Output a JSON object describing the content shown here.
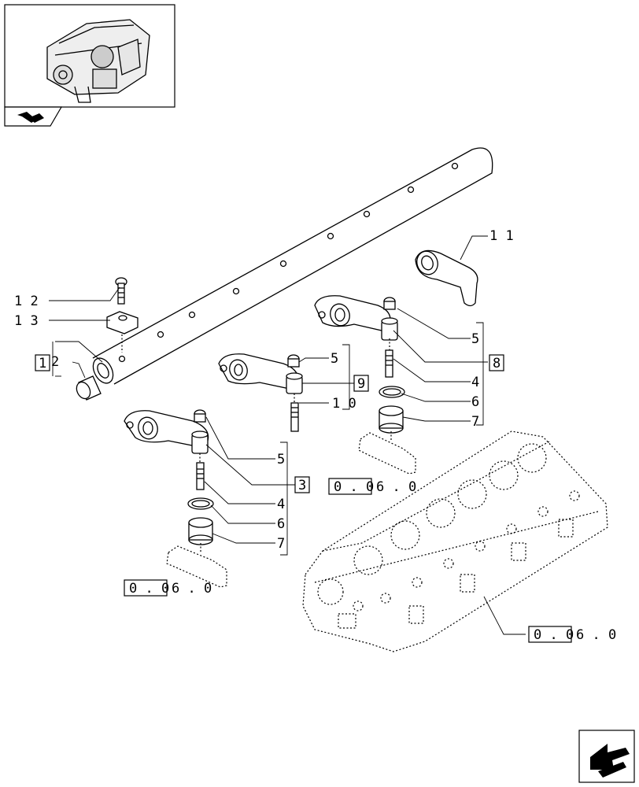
{
  "callouts": {
    "c12": "1 2",
    "c13": "1 3",
    "c11": "1 1",
    "c10": "1 0",
    "c5a": "5",
    "c5b": "5",
    "c5c": "5",
    "c4a": "4",
    "c4b": "4",
    "c6a": "6",
    "c6b": "6",
    "c7a": "7",
    "c7b": "7",
    "c2": "2"
  },
  "group_boxes": {
    "g1": "1",
    "g3": "3",
    "g8": "8",
    "g9": "9"
  },
  "references": {
    "r1_boxed": "0 . 0",
    "r1_tail": "6 . 0",
    "r2_boxed": "0 . 0",
    "r2_tail": "6 . 0",
    "r3_boxed": "0 . 0",
    "r3_tail": "6 . 0"
  },
  "icons": {
    "thumbnail": "engine-thumbnail",
    "book": "book-icon",
    "nav": "next-page-arrow-icon"
  }
}
